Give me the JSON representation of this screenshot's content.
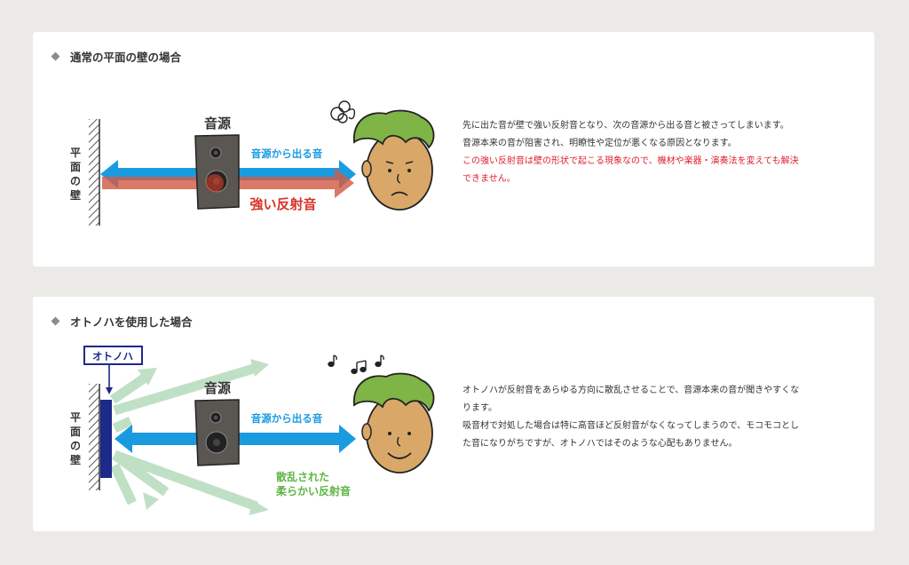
{
  "section1": {
    "title": "通常の平面の壁の場合",
    "wall_label": [
      "平",
      "面",
      "の",
      "壁"
    ],
    "source_label": "音源",
    "arrow_label": "音源から出る音",
    "reflection_label": "強い反射音",
    "desc": [
      "先に出た音が壁で強い反射音となり、次の音源から出る音と被さってしまいます。",
      "音源本来の音が阻害され、明瞭性や定位が悪くなる原因となります。",
      "この強い反射音は壁の形状で起こる現象なので、機材や楽器・演奏法を変えても解決",
      "できません。"
    ]
  },
  "section2": {
    "title": "オトノハを使用した場合",
    "panel_label": "オトノハ",
    "wall_label": [
      "平",
      "面",
      "の",
      "壁"
    ],
    "source_label": "音源",
    "arrow_label": "音源から出る音",
    "scatter_label": [
      "散乱された",
      "柔らかい反射音"
    ],
    "desc": [
      "オトノハが反射音をあらゆる方向に散乱させることで、音源本来の音が聞きやすくな",
      "ります。",
      "吸音材で対処した場合は特に高音ほど反射音がなくなってしまうので、モコモコとし",
      "た音になりがちですが、オトノハではそのような心配もありません。"
    ]
  },
  "colors": {
    "blue_arrow": "#1a9be0",
    "red_arrow": "#d35a45",
    "green_arrow": "#bfe0c5",
    "hair": "#7fb446",
    "skin": "#d9a869",
    "panel": "#1d2a8a",
    "accent_red": "#e01d2d",
    "green_text": "#5fb544"
  }
}
